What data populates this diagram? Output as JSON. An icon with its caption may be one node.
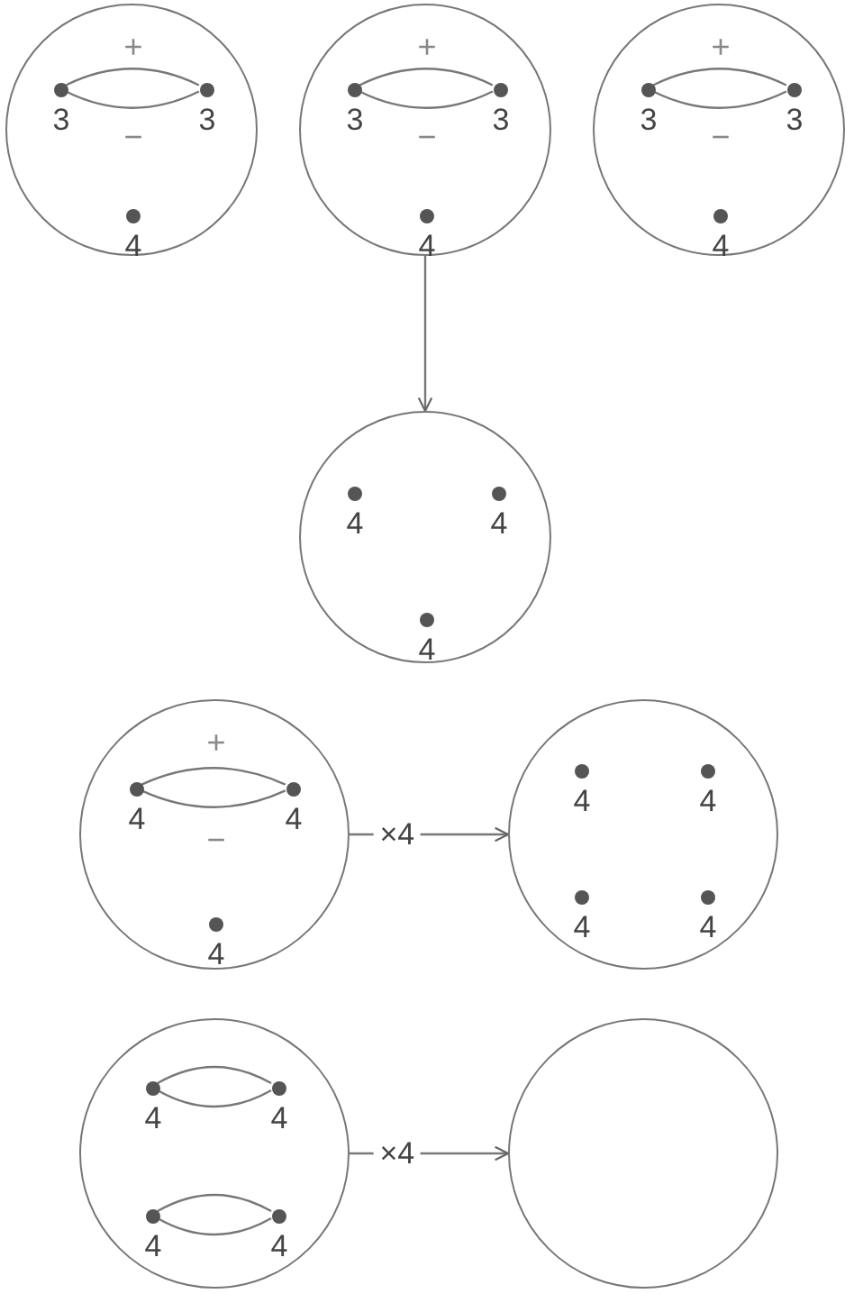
{
  "diagram": {
    "nodes": [
      {
        "text": [
          "+",
          "−"
        ]
      },
      {
        "text": [],
        "shape": "circle",
        "in": 0,
        "beside": [
          "3"
        ]
      },
      {
        "text": [],
        "shape": "circle",
        "in": 0,
        "beside": [
          "3"
        ]
      },
      {
        "text": [],
        "shape": "circle",
        "in": 0,
        "beside": [
          "4"
        ]
      },
      {
        "text": [
          "+",
          "−"
        ]
      },
      {
        "text": [],
        "shape": "circle",
        "in": 4,
        "beside": [
          "3"
        ]
      },
      {
        "text": [],
        "shape": "circle",
        "in": 4,
        "beside": [
          "3"
        ]
      },
      {
        "text": [],
        "shape": "circle",
        "in": 4,
        "beside": [
          "4"
        ]
      },
      {
        "text": [
          "+",
          "−"
        ]
      },
      {
        "text": [],
        "shape": "circle",
        "in": 8,
        "beside": [
          "3"
        ]
      },
      {
        "text": [],
        "shape": "circle",
        "in": 8,
        "beside": [
          "3"
        ]
      },
      {
        "text": [],
        "shape": "circle",
        "in": 8,
        "beside": [
          "4"
        ]
      },
      {
        "text": [],
        "shape": "circle"
      },
      {
        "text": [],
        "shape": "circle",
        "in": 12,
        "beside": [
          "4"
        ]
      },
      {
        "text": [],
        "shape": "circle",
        "in": 12,
        "beside": [
          "4"
        ]
      },
      {
        "text": [],
        "shape": "circle",
        "in": 12,
        "beside": [
          "4"
        ]
      },
      {
        "text": [
          "+",
          "−"
        ]
      },
      {
        "text": [],
        "shape": "circle",
        "in": 16,
        "beside": [
          "4"
        ]
      },
      {
        "text": [],
        "shape": "circle",
        "in": 16,
        "beside": [
          "4"
        ]
      },
      {
        "text": [],
        "shape": "circle",
        "in": 16,
        "beside": [
          "4"
        ]
      },
      {
        "text": [],
        "shape": "circle"
      },
      {
        "text": [],
        "shape": "circle",
        "in": 20,
        "beside": [
          "4"
        ]
      },
      {
        "text": [],
        "shape": "circle",
        "in": 20,
        "beside": [
          "4"
        ]
      },
      {
        "text": [],
        "shape": "circle",
        "in": 20,
        "beside": [
          "4"
        ]
      },
      {
        "text": [],
        "shape": "circle",
        "in": 20,
        "beside": [
          "4"
        ]
      },
      {
        "text": [],
        "shape": "circle"
      },
      {
        "text": [],
        "shape": "circle",
        "in": 25,
        "beside": [
          "4"
        ]
      },
      {
        "text": [],
        "shape": "circle",
        "in": 25,
        "beside": [
          "4"
        ]
      },
      {
        "text": [],
        "shape": "circle",
        "in": 25,
        "beside": [
          "4"
        ]
      },
      {
        "text": [],
        "shape": "circle",
        "in": 25,
        "beside": [
          "4"
        ]
      },
      {
        "text": [],
        "shape": "circle"
      }
    ],
    "edges": [
      {
        "from": 1,
        "to": 2,
        "arrow": "none"
      },
      {
        "from": 1,
        "to": 2,
        "arrow": "none"
      },
      {
        "from": 5,
        "to": 6,
        "arrow": "none"
      },
      {
        "from": 5,
        "to": 6,
        "arrow": "none"
      },
      {
        "from": 9,
        "to": 10,
        "arrow": "none"
      },
      {
        "from": 9,
        "to": 10,
        "arrow": "none"
      },
      {
        "from": 4,
        "to": 12,
        "arrow": "to"
      },
      {
        "from": 17,
        "to": 18,
        "arrow": "none"
      },
      {
        "from": 17,
        "to": 18,
        "arrow": "none"
      },
      {
        "from": 16,
        "to": 20,
        "arrow": "to",
        "label": "×4"
      },
      {
        "from": 26,
        "to": 27,
        "arrow": "none"
      },
      {
        "from": 26,
        "to": 27,
        "arrow": "none"
      },
      {
        "from": 28,
        "to": 29,
        "arrow": "none"
      },
      {
        "from": 28,
        "to": 29,
        "arrow": "none"
      },
      {
        "from": 25,
        "to": 30,
        "arrow": "to",
        "label": "×4"
      }
    ]
  }
}
